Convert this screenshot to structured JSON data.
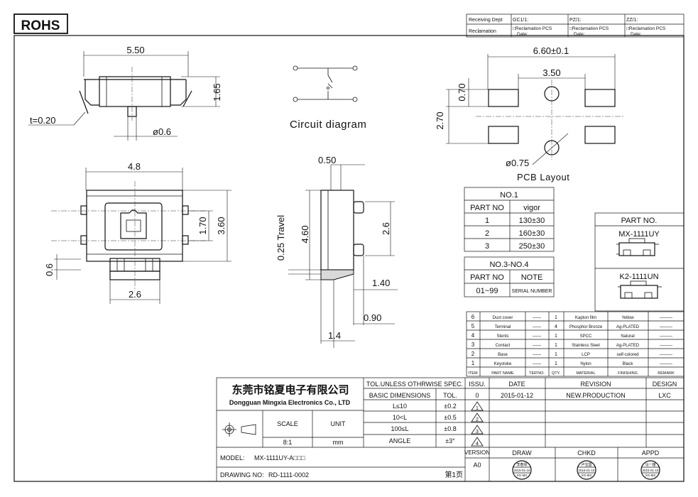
{
  "rohs_label": "ROHS",
  "header": {
    "receiving_dept": "Receiving Dept",
    "reclamation": "Reclamation",
    "gc": "GC1/1:",
    "pz": "PZ/1:",
    "zz": "ZZ/1:",
    "recl_pcs": "□Reclamation  PCS",
    "date": "Date:"
  },
  "side_view": {
    "width": "5.50",
    "height": "1.65",
    "t": "t=0.20",
    "pin": "ø0.6"
  },
  "circuit_label": "Circuit diagram",
  "pcb": {
    "width": "6.60±0.1",
    "pitch": "3.50",
    "h1": "0.70",
    "h2": "2.70",
    "hole": "ø0.75",
    "label": "PCB Layout"
  },
  "top_view": {
    "width": "4.8",
    "inner": "1.70",
    "height": "3.60",
    "stub": "0.6",
    "bottom": "2.6"
  },
  "profile_view": {
    "top": "0.50",
    "h": "4.60",
    "travel": "0.25 Travel",
    "w": "2.6",
    "d1": "1.40",
    "d2": "0.90",
    "bottom": "1.4"
  },
  "no1_table": {
    "title": "NO.1",
    "headers": [
      "PART NO",
      "vigor"
    ],
    "rows": [
      [
        "1",
        "130±30"
      ],
      [
        "2",
        "160±30"
      ],
      [
        "3",
        "250±30"
      ]
    ]
  },
  "no34_table": {
    "title": "NO.3-NO.4",
    "headers": [
      "PART NO",
      "NOTE"
    ],
    "row": [
      "01~99",
      "SERIAL NUMBER"
    ]
  },
  "part_no": {
    "title": "PART  NO.",
    "p1": "MX-1111UY",
    "p2": "K2-1111UN"
  },
  "bom": {
    "rows": [
      [
        "6",
        "Dust cover",
        "——",
        "1",
        "Kapton film",
        "Yellow",
        "———"
      ],
      [
        "5",
        "Terminal",
        "——",
        "4",
        "Phosphor Bronze",
        "Ag-PLATED",
        "———"
      ],
      [
        "4",
        "Stents",
        "——",
        "1",
        "SPCC",
        "Natural",
        "———"
      ],
      [
        "3",
        "Contact",
        "——",
        "1",
        "Stainless Steel",
        "Ag-PLATED",
        "———"
      ],
      [
        "2",
        "Base",
        "——",
        "1",
        "LCP",
        "self-colored",
        "———"
      ],
      [
        "1",
        "Keystoke",
        "——",
        "1",
        "Nylon",
        "Black",
        "———"
      ]
    ],
    "headers": [
      "ITEM",
      "PART NAME",
      "TER'NO.",
      "QTY.",
      "MATERIAL",
      "FINISHING",
      "REMARK"
    ]
  },
  "title_block": {
    "company_cn": "东莞市铭夏电子有限公司",
    "company_en": "Dongguan Mingxia Electronics Co., LTD",
    "tol_title": "TOL.UNLESS OTHRWISE SPEC.",
    "basic_dim": "BASIC DIMENSIONS",
    "tol": "TOL.",
    "tol_rows": [
      [
        "L≤10",
        "±0.2"
      ],
      [
        "10<L",
        "±0.5"
      ],
      [
        "100≤L",
        "±0.8"
      ],
      [
        "ANGLE",
        "±3°"
      ]
    ],
    "scale_label": "SCALE",
    "unit_label": "UNIT",
    "scale": "8:1",
    "unit": "mm",
    "model_label": "MODEL:",
    "model": "MX-1111UY-A□□□",
    "drawing_label": "DRAWING NO:",
    "drawing": "RD-1111-0002",
    "page": "第1页",
    "rev_headers": [
      "ISSU.",
      "DATE",
      "REVISION",
      "DESIGN"
    ],
    "rev_row": [
      "0",
      "2015-01-12",
      "NEW.PRODUCTION",
      "LXC"
    ],
    "issues": [
      "1",
      "2",
      "3",
      "4"
    ],
    "version_label": "VERSION",
    "version": "A0",
    "draw": "DRAW",
    "chkd": "CHKD",
    "appd": "APPD",
    "stamp_draw_top": "李春球",
    "stamp_chkd_top": "卢宝国",
    "stamp_appd_top": "马一雄",
    "stamp_date": "2015-01-15",
    "stamp_code": "XG-MX"
  }
}
